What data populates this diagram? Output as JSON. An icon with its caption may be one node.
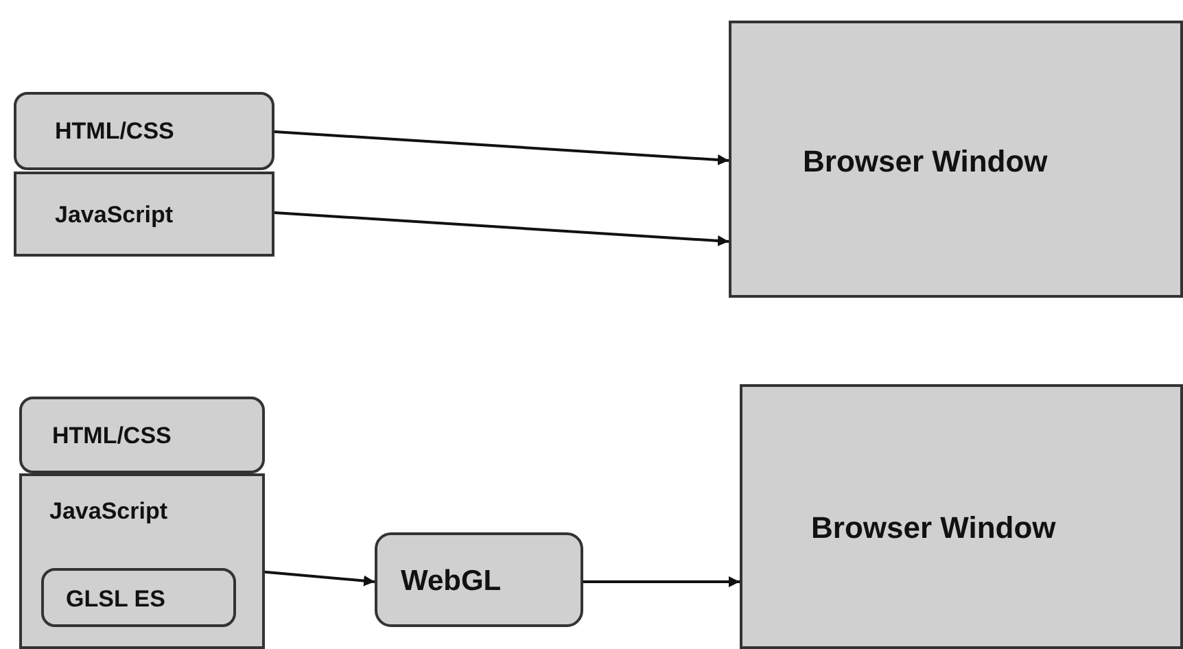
{
  "diagram": {
    "nodes": [
      {
        "text": [
          "HTML/CSS"
        ]
      },
      {
        "text": [
          "JavaScript"
        ]
      },
      {
        "text": [
          "Browser Window"
        ]
      },
      {
        "text": [
          "HTML/CSS"
        ]
      },
      {
        "text": [
          "JavaScript"
        ]
      },
      {
        "text": [
          "GLSL ES"
        ],
        "in": 4
      },
      {
        "text": [
          "WebGL"
        ]
      },
      {
        "text": [
          "Browser Window"
        ]
      }
    ],
    "edges": [
      {
        "from": 0,
        "to": 2,
        "arrow": "to"
      },
      {
        "from": 1,
        "to": 2,
        "arrow": "to"
      },
      {
        "from": 5,
        "to": 6,
        "arrow": "to"
      },
      {
        "from": 6,
        "to": 7,
        "arrow": "to"
      }
    ]
  }
}
